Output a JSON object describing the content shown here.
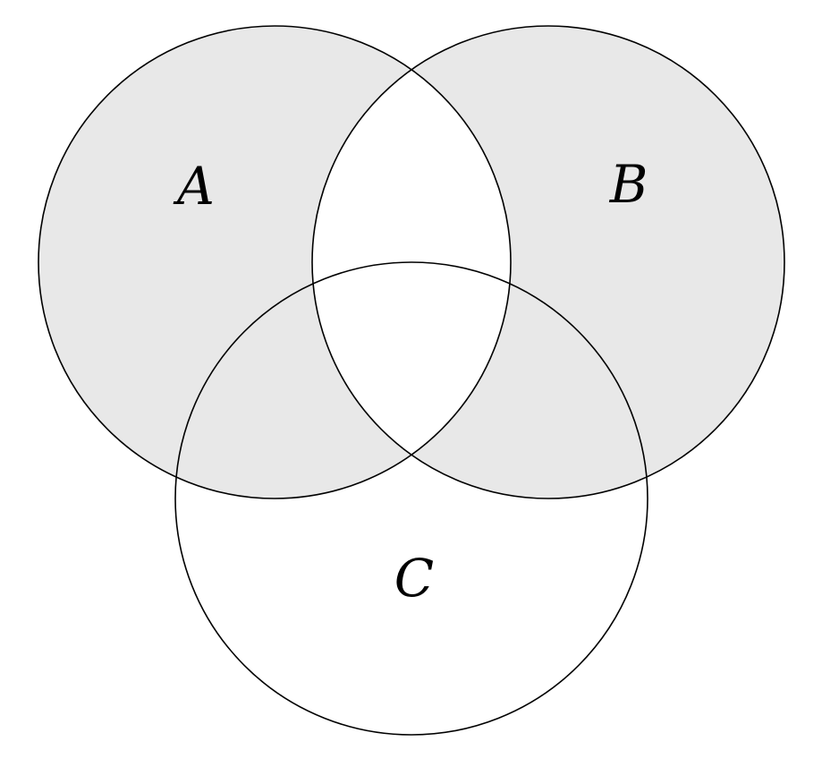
{
  "diagram": {
    "type": "venn-3-set",
    "labels": {
      "a": "A",
      "b": "B",
      "c": "C"
    },
    "shaded_region": "(A ∪ B) − (A ∩ B)",
    "shaded_sets": [
      "A",
      "B"
    ],
    "unshaded_regions": [
      "A ∩ B",
      "A ∩ B ∩ C",
      "C only"
    ],
    "colors": {
      "shade": "#e8e8e8",
      "stroke": "#000000",
      "background": "#ffffff",
      "label": "#000000"
    }
  }
}
